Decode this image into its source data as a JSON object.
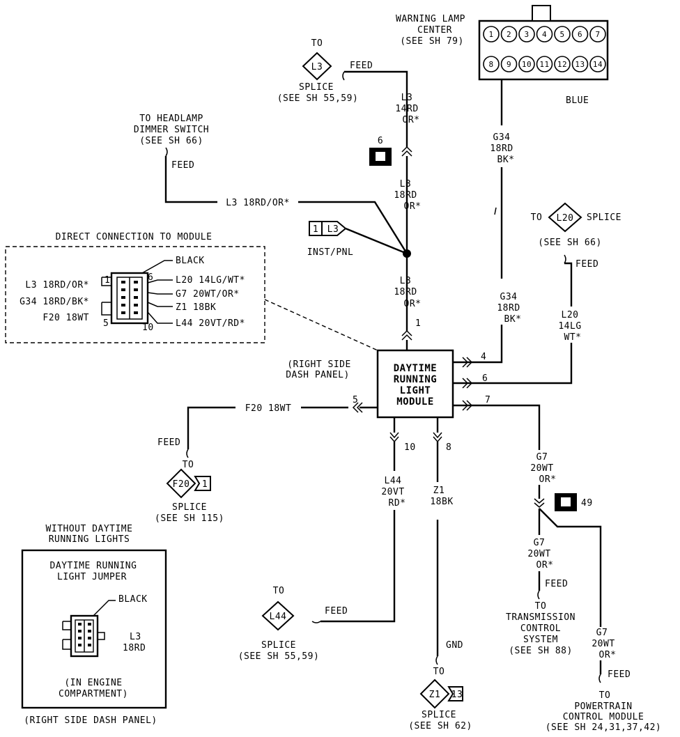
{
  "module": {
    "l1": "DAYTIME",
    "l2": "RUNNING",
    "l3": "LIGHT",
    "l4": "MODULE"
  },
  "module_location": {
    "l1": "(RIGHT SIDE",
    "l2": "DASH PANEL)"
  },
  "wlc": {
    "l1": "WARNING LAMP",
    "l2": "CENTER",
    "l3": "(SEE SH 79)",
    "color": "BLUE",
    "pins_top": [
      "1",
      "2",
      "3",
      "4",
      "5",
      "6",
      "7"
    ],
    "pins_bottom": [
      "8",
      "9",
      "10",
      "11",
      "12",
      "13",
      "14"
    ]
  },
  "l3_splice_top": {
    "to": "TO",
    "code": "L3",
    "splice": "SPLICE",
    "see": "(SEE SH 55,59)",
    "feed": "FEED"
  },
  "wire_l3_a": {
    "c": "L3",
    "g": "14RD",
    "m": "OR*"
  },
  "conn_6": {
    "num": "6"
  },
  "wire_l3_b": {
    "c": "L3",
    "g": "18RD",
    "m": "OR*"
  },
  "wire_l3_c": {
    "c": "L3",
    "g": "18RD",
    "m": "OR*"
  },
  "pin1": "1",
  "headlamp": {
    "l1": "TO HEADLAMP",
    "l2": "DIMMER SWITCH",
    "l3": "(SEE SH 66)",
    "feed": "FEED",
    "wire": "L3 18RD/OR*"
  },
  "inst": {
    "num": "1",
    "code": "L3",
    "label": "INST/PNL"
  },
  "g34_upper": {
    "c": "G34",
    "g": "18RD",
    "m": "BK*"
  },
  "g34_lower": {
    "c": "G34",
    "g": "18RD",
    "m": "BK*"
  },
  "l20_splice": {
    "to": "TO",
    "code": "L20",
    "splice": "SPLICE",
    "see": "(SEE SH 66)",
    "feed": "FEED"
  },
  "wire_l20": {
    "c": "L20",
    "g": "14LG",
    "m": "WT*"
  },
  "pins_right": {
    "p4": "4",
    "p6": "6",
    "p7": "7"
  },
  "direct": {
    "title": "DIRECT CONNECTION TO MODULE",
    "black": "BLACK",
    "left": [
      "L3 18RD/OR*",
      "G34 18RD/BK*",
      "F20 18WT"
    ],
    "right": [
      "L20 14LG/WT*",
      "G7 20WT/OR*",
      "Z1 18BK",
      "L44 20VT/RD*"
    ],
    "p1": "1",
    "p5": "5",
    "p6": "6",
    "p10": "10"
  },
  "f20": {
    "wire": "F20 18WT",
    "pin": "5",
    "feed": "FEED",
    "to": "TO",
    "code": "F20",
    "num": "1",
    "splice": "SPLICE",
    "see": "(SEE SH 115)"
  },
  "l44": {
    "pin": "10",
    "c": "L44",
    "g": "20VT",
    "m": "RD*",
    "to": "TO",
    "code": "L44",
    "feed": "FEED",
    "splice": "SPLICE",
    "see": "(SEE SH 55,59)"
  },
  "z1": {
    "pin": "8",
    "c": "Z1",
    "g": "18BK",
    "gnd": "GND",
    "to": "TO",
    "code": "Z1",
    "num": "13",
    "splice": "SPLICE",
    "see": "(SEE SH 62)"
  },
  "g7": {
    "c": "G7",
    "g": "20WT",
    "m": "OR*",
    "conn": "49",
    "c2": "G7",
    "g2": "20WT",
    "m2": "OR*",
    "feed": "FEED",
    "tcs": [
      "TO",
      "TRANSMISSION",
      "CONTROL",
      "SYSTEM",
      "(SEE SH 88)"
    ],
    "c3": "G7",
    "g3": "20WT",
    "m3": "OR*",
    "feed2": "FEED",
    "pcm": [
      "TO",
      "POWERTRAIN",
      "CONTROL MODULE",
      "(SEE SH 24,31,37,42)"
    ]
  },
  "jumper": {
    "l1": "WITHOUT DAYTIME",
    "l2": "RUNNING LIGHTS",
    "t1": "DAYTIME RUNNING",
    "t2": "LIGHT JUMPER",
    "black": "BLACK",
    "c": "L3",
    "g": "18RD",
    "loc1": "(IN ENGINE",
    "loc2": "COMPARTMENT)",
    "bottom": "(RIGHT SIDE DASH PANEL)"
  }
}
